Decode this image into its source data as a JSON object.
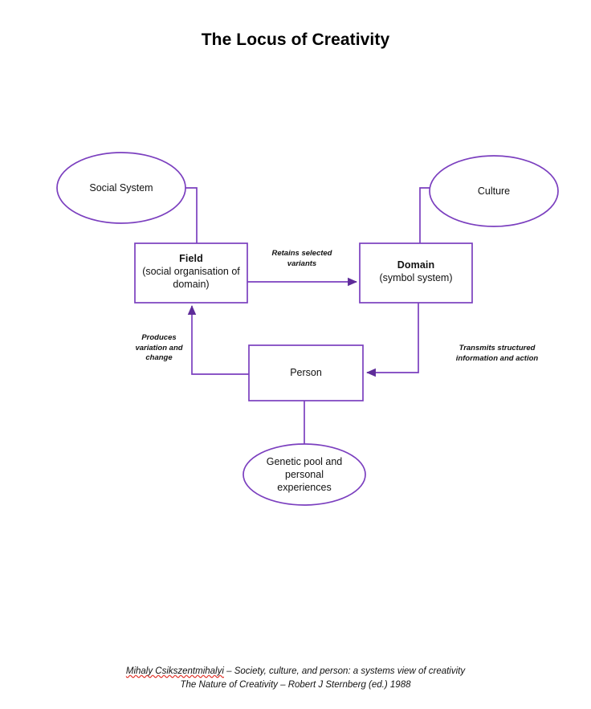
{
  "document": {
    "title": "The Locus of Creativity"
  },
  "theme": {
    "stroke": "#7B3FBF",
    "text": "#111111",
    "background": "#ffffff",
    "spellcheck_underline": "#e2342a"
  },
  "diagram": {
    "type": "systems-model-flowchart",
    "nodes": [
      {
        "id": "social-system",
        "shape": "ellipse",
        "label": "Social System"
      },
      {
        "id": "culture",
        "shape": "ellipse",
        "label": "Culture"
      },
      {
        "id": "field",
        "shape": "rectangle",
        "heading": "Field",
        "subtitle_line1": "(social organisation of",
        "subtitle_line2": "domain)"
      },
      {
        "id": "domain",
        "shape": "rectangle",
        "heading": "Domain",
        "subtitle_line1": "(symbol system)"
      },
      {
        "id": "person",
        "shape": "rectangle",
        "label": "Person"
      },
      {
        "id": "genetic-pool",
        "shape": "ellipse",
        "label_line1": "Genetic pool and",
        "label_line2": "personal",
        "label_line3": "experiences"
      }
    ],
    "edges": [
      {
        "id": "social-system-to-field",
        "from": "social-system",
        "to": "field",
        "arrow": false,
        "label": ""
      },
      {
        "id": "culture-to-domain",
        "from": "culture",
        "to": "domain",
        "arrow": false,
        "label": ""
      },
      {
        "id": "field-to-domain",
        "from": "field",
        "to": "domain",
        "arrow": true,
        "label_line1": "Retains selected",
        "label_line2": "variants"
      },
      {
        "id": "domain-to-person",
        "from": "domain",
        "to": "person",
        "arrow": true,
        "label_line1": "Transmits structured",
        "label_line2": "information and action"
      },
      {
        "id": "person-to-field",
        "from": "person",
        "to": "field",
        "arrow": true,
        "label_line1": "Produces",
        "label_line2": "variation and",
        "label_line3": "change"
      },
      {
        "id": "genetic-pool-to-person",
        "from": "genetic-pool",
        "to": "person",
        "arrow": false,
        "label": ""
      }
    ]
  },
  "citation": {
    "author": "Mihaly Csikszentmihalyi",
    "line1_rest": " – Society, culture, and person: a systems view of creativity",
    "line2": "The Nature of Creativity – Robert J Sternberg (ed.) 1988"
  }
}
